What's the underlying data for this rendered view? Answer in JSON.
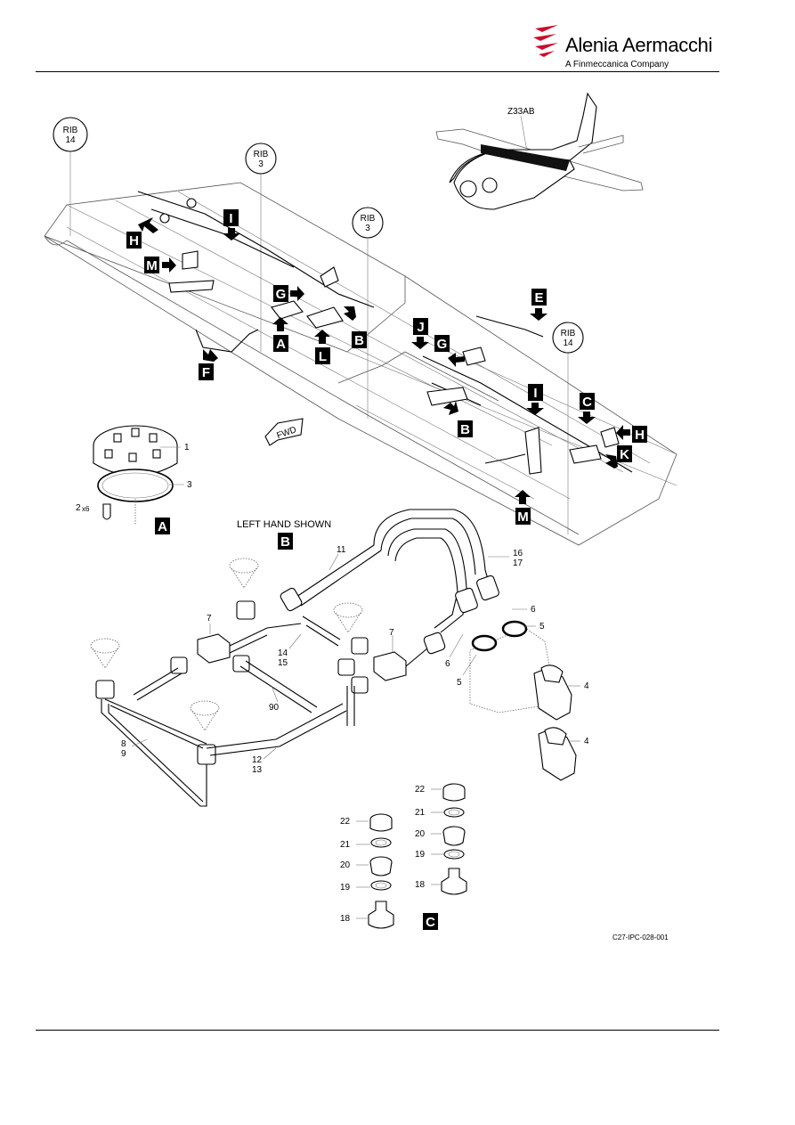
{
  "header": {
    "brand_name": "Alenia Aermacchi",
    "brand_subtitle": "A Finmeccanica Company",
    "logo_color": "#c8102e"
  },
  "figure": {
    "aircraft_zone": "Z33AB",
    "left_hand_note": "LEFT HAND SHOWN",
    "fwd_label": "FWD",
    "figure_ref": "C27-IPC-028-001",
    "rib_labels": {
      "rib14_left_top": "RIB",
      "rib14_left_bottom": "14",
      "rib3_left_top": "RIB",
      "rib3_left_bottom": "3",
      "rib3_right_top": "RIB",
      "rib3_right_bottom": "3",
      "rib14_right_top": "RIB",
      "rib14_right_bottom": "14"
    },
    "view_tags": {
      "h_left": "H",
      "i_left": "I",
      "m_left": "M",
      "g_left": "G",
      "a_left": "A",
      "l_left": "L",
      "b_left": "B",
      "f_left": "F",
      "e_right": "E",
      "j_right": "J",
      "g_right": "G",
      "i_right": "I",
      "c_right": "C",
      "h_right": "H",
      "b_right": "B",
      "k_right": "K",
      "m_right": "M",
      "a_detail": "A",
      "b_detail": "B",
      "c_detail": "C"
    },
    "detail_a_callouts": {
      "c1": "1",
      "c3": "3",
      "c2": "2",
      "c2_qty": "x6"
    },
    "detail_b_callouts": {
      "c11": "11",
      "c16": "16",
      "c17": "17",
      "c6a": "6",
      "c5a": "5",
      "c7a": "7",
      "c7b": "7",
      "c14": "14",
      "c15": "15",
      "c6b": "6",
      "c5b": "5",
      "c4a": "4",
      "c4b": "4",
      "c90": "90",
      "c8": "8",
      "c9": "9",
      "c12": "12",
      "c13": "13"
    },
    "detail_c_callouts": {
      "r22": "22",
      "r21": "21",
      "r20": "20",
      "r19": "19",
      "r18": "18",
      "l22": "22",
      "l21": "21",
      "l20": "20",
      "l19": "19",
      "l18": "18"
    }
  }
}
